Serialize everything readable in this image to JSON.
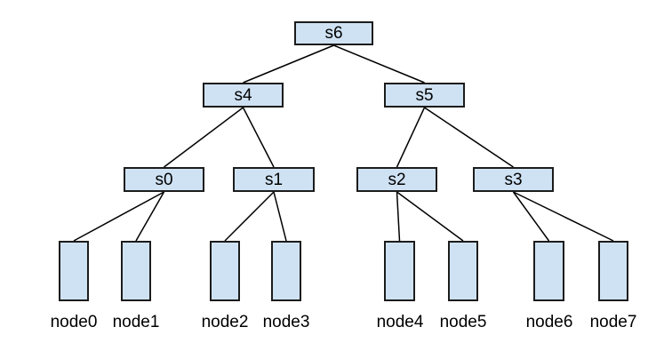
{
  "diagram": {
    "type": "tree",
    "background_color": "#ffffff",
    "node_fill_color": "#cfe2f3",
    "node_border_color": "#1c1c1c",
    "edge_color": "#000000",
    "edge_width": 1.5,
    "internal": {
      "s6": {
        "label": "s6"
      },
      "s4": {
        "label": "s4"
      },
      "s5": {
        "label": "s5"
      },
      "s0": {
        "label": "s0"
      },
      "s1": {
        "label": "s1"
      },
      "s2": {
        "label": "s2"
      },
      "s3": {
        "label": "s3"
      }
    },
    "leaves": {
      "node0": {
        "label": "node0"
      },
      "node1": {
        "label": "node1"
      },
      "node2": {
        "label": "node2"
      },
      "node3": {
        "label": "node3"
      },
      "node4": {
        "label": "node4"
      },
      "node5": {
        "label": "node5"
      },
      "node6": {
        "label": "node6"
      },
      "node7": {
        "label": "node7"
      }
    },
    "edges": [
      {
        "from": "s6",
        "to": "s4"
      },
      {
        "from": "s6",
        "to": "s5"
      },
      {
        "from": "s4",
        "to": "s0"
      },
      {
        "from": "s4",
        "to": "s1"
      },
      {
        "from": "s5",
        "to": "s2"
      },
      {
        "from": "s5",
        "to": "s3"
      },
      {
        "from": "s0",
        "to": "node0"
      },
      {
        "from": "s0",
        "to": "node1"
      },
      {
        "from": "s1",
        "to": "node2"
      },
      {
        "from": "s1",
        "to": "node3"
      },
      {
        "from": "s2",
        "to": "node4"
      },
      {
        "from": "s2",
        "to": "node5"
      },
      {
        "from": "s3",
        "to": "node6"
      },
      {
        "from": "s3",
        "to": "node7"
      }
    ]
  }
}
